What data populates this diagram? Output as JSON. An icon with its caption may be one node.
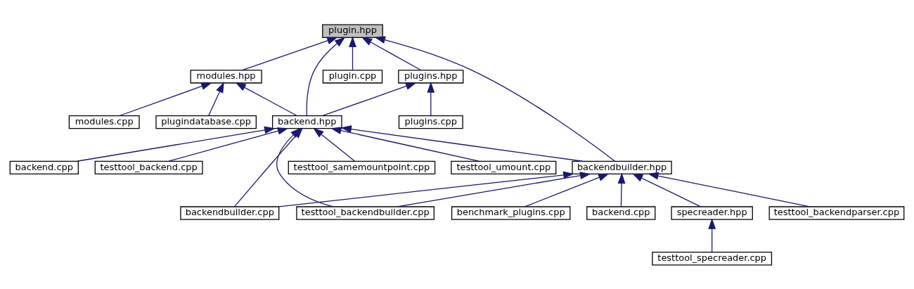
{
  "diagram": {
    "nodes": [
      {
        "text": [
          "plugin.hpp"
        ]
      },
      {
        "text": [
          "modules.hpp"
        ]
      },
      {
        "text": [
          "plugins.hpp"
        ]
      },
      {
        "text": [
          "plugin.cpp"
        ]
      },
      {
        "text": [
          "plugindatabase.cpp"
        ]
      },
      {
        "text": [
          "modules.cpp"
        ]
      },
      {
        "text": [
          "backend.hpp"
        ]
      },
      {
        "text": [
          "plugins.cpp"
        ]
      },
      {
        "text": [
          "backendbuilder.hpp"
        ]
      },
      {
        "text": [
          "testtool_backend.cpp"
        ]
      },
      {
        "text": [
          "testtool_samemountpoint.cpp"
        ]
      },
      {
        "text": [
          "testtool_umount.cpp"
        ]
      },
      {
        "text": [
          "backend.cpp"
        ]
      },
      {
        "text": [
          "specreader.hpp"
        ]
      },
      {
        "text": [
          "testtool_backendparser.cpp"
        ]
      },
      {
        "text": [
          "benchmark_plugins.cpp"
        ]
      },
      {
        "text": [
          "backend.cpp"
        ]
      },
      {
        "text": [
          "backendbuilder.cpp"
        ]
      },
      {
        "text": [
          "testtool_backendbuilder.cpp"
        ]
      },
      {
        "text": [
          "testtool_specreader.cpp"
        ]
      }
    ],
    "edges": [
      {
        "from": 1,
        "to": 0,
        "arrow": "to"
      },
      {
        "from": 2,
        "to": 0,
        "arrow": "to"
      },
      {
        "from": 3,
        "to": 0,
        "arrow": "to"
      },
      {
        "from": 6,
        "to": 0,
        "arrow": "to"
      },
      {
        "from": 8,
        "to": 0,
        "arrow": "to"
      },
      {
        "from": 4,
        "to": 1,
        "arrow": "to"
      },
      {
        "from": 5,
        "to": 1,
        "arrow": "to"
      },
      {
        "from": 6,
        "to": 1,
        "arrow": "to"
      },
      {
        "from": 6,
        "to": 2,
        "arrow": "to"
      },
      {
        "from": 7,
        "to": 2,
        "arrow": "to"
      },
      {
        "from": 8,
        "to": 6,
        "arrow": "to"
      },
      {
        "from": 9,
        "to": 6,
        "arrow": "to"
      },
      {
        "from": 10,
        "to": 6,
        "arrow": "to"
      },
      {
        "from": 11,
        "to": 6,
        "arrow": "to"
      },
      {
        "from": 12,
        "to": 6,
        "arrow": "to"
      },
      {
        "from": 17,
        "to": 6,
        "arrow": "to"
      },
      {
        "from": 18,
        "to": 6,
        "arrow": "to"
      },
      {
        "from": 13,
        "to": 8,
        "arrow": "to"
      },
      {
        "from": 14,
        "to": 8,
        "arrow": "to"
      },
      {
        "from": 15,
        "to": 8,
        "arrow": "to"
      },
      {
        "from": 16,
        "to": 8,
        "arrow": "to"
      },
      {
        "from": 17,
        "to": 8,
        "arrow": "to"
      },
      {
        "from": 18,
        "to": 8,
        "arrow": "to"
      },
      {
        "from": 19,
        "to": 13,
        "arrow": "to"
      }
    ]
  }
}
